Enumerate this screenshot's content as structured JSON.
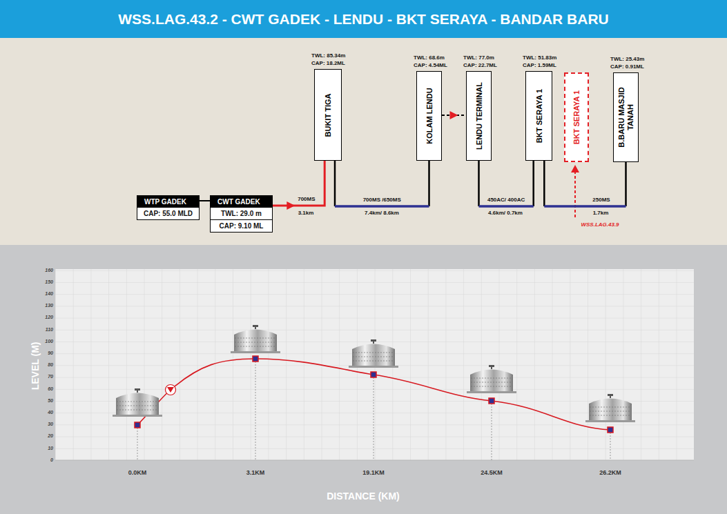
{
  "diagram": {
    "title": "WSS.LAG.43.2 - CWT GADEK - LENDU - BKT SERAYA - BANDAR BARU",
    "nodes": [
      {
        "text": [
          "WTP GADEK",
          "CAP: 55.0 MLD"
        ]
      },
      {
        "text": [
          "CWT GADEK",
          "TWL: 29.0 m",
          "CAP: 9.10 ML"
        ]
      },
      {
        "text": [
          "TWL: 85.34m",
          "CAP: 18.2ML",
          "BUKIT TIGA"
        ]
      },
      {
        "text": [
          "TWL: 68.6m",
          "CAP: 4.54ML",
          "KOLAM LENDU"
        ]
      },
      {
        "text": [
          "TWL: 77.0m",
          "CAP: 22.7ML",
          "LENDU TERMINAL"
        ]
      },
      {
        "text": [
          "TWL: 51.83m",
          "CAP: 1.59ML",
          "BKT SERAYA 1"
        ]
      },
      {
        "text": [
          "BKT SERAYA 1"
        ]
      },
      {
        "text": [
          "TWL: 25.43m",
          "CAP: 0.91ML",
          "B.BARU MASJID TANAH"
        ]
      }
    ],
    "edges": [
      {
        "from": 0,
        "to": 1,
        "arrow": "none"
      },
      {
        "from": 1,
        "to": 2,
        "label": "700MS",
        "arrow": "to"
      },
      {
        "from": 2,
        "to": 3,
        "label": "700MS /650MS",
        "arrow": "none"
      },
      {
        "from": 3,
        "to": 4,
        "arrow": "to"
      },
      {
        "from": 4,
        "to": 5,
        "label": "450AC/ 400AC",
        "arrow": "none"
      },
      {
        "from": 5,
        "to": 7,
        "label": "250MS",
        "arrow": "none"
      }
    ],
    "labels": [
      "3.1km",
      "7.4km/ 8.6km",
      "4.6km/ 0.7km",
      "1.7km",
      "WSS.LAG.43.9",
      "0",
      "10",
      "20",
      "30",
      "40",
      "50",
      "60",
      "70",
      "80",
      "90",
      "100",
      "110",
      "120",
      "130",
      "140",
      "150",
      "160",
      "LEVEL (M)",
      "0.0KM",
      "3.1KM",
      "19.1KM",
      "24.5KM",
      "26.2KM",
      "DISTANCE (KM)"
    ]
  }
}
